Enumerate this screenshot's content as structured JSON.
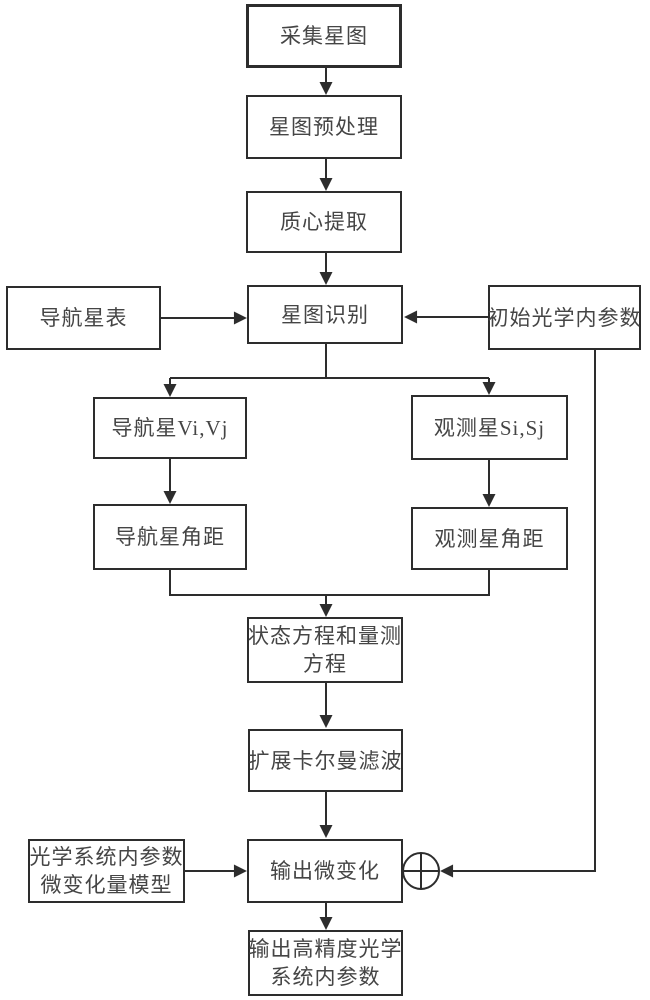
{
  "diagram": {
    "type": "flowchart",
    "language": "zh-CN",
    "colors": {
      "background": "#ffffff",
      "line": "#2d2d2d",
      "box_border": "#2d2d2d",
      "text": "#454545"
    },
    "nodes": {
      "collect": {
        "label": "采集星图"
      },
      "preprocess": {
        "label": "星图预处理"
      },
      "centroid": {
        "label": "质心提取"
      },
      "identify": {
        "label": "星图识别"
      },
      "catalog": {
        "label": "导航星表"
      },
      "initial_params": {
        "label": "初始光学内参数"
      },
      "nav_star": {
        "label": "导航星Vi,Vj"
      },
      "obs_star": {
        "label": "观测星Si,Sj"
      },
      "nav_angle": {
        "label": "导航星角距"
      },
      "obs_angle": {
        "label": "观测星角距"
      },
      "state_eq": {
        "line1": "状态方程和量测",
        "line2": "方程"
      },
      "ekf": {
        "label": "扩展卡尔曼滤波"
      },
      "model": {
        "line1": "光学系统内参数",
        "line2": "微变化量模型"
      },
      "output_delta": {
        "label": "输出微变化"
      },
      "final_output": {
        "line1": "输出高精度光学",
        "line2": "系统内参数"
      }
    },
    "symbols": {
      "sum_junction": "circle-plus"
    },
    "edges": [
      {
        "from": "collect",
        "to": "preprocess"
      },
      {
        "from": "preprocess",
        "to": "centroid"
      },
      {
        "from": "centroid",
        "to": "identify"
      },
      {
        "from": "catalog",
        "to": "identify"
      },
      {
        "from": "initial_params",
        "to": "identify"
      },
      {
        "from": "identify",
        "to": "nav_star"
      },
      {
        "from": "identify",
        "to": "obs_star"
      },
      {
        "from": "nav_star",
        "to": "nav_angle"
      },
      {
        "from": "obs_star",
        "to": "obs_angle"
      },
      {
        "from": "nav_angle",
        "to": "state_eq"
      },
      {
        "from": "obs_angle",
        "to": "state_eq"
      },
      {
        "from": "state_eq",
        "to": "ekf"
      },
      {
        "from": "ekf",
        "to": "output_delta"
      },
      {
        "from": "model",
        "to": "output_delta"
      },
      {
        "from": "initial_params",
        "to": "sum_junction"
      },
      {
        "from": "output_delta",
        "to": "final_output"
      }
    ]
  }
}
